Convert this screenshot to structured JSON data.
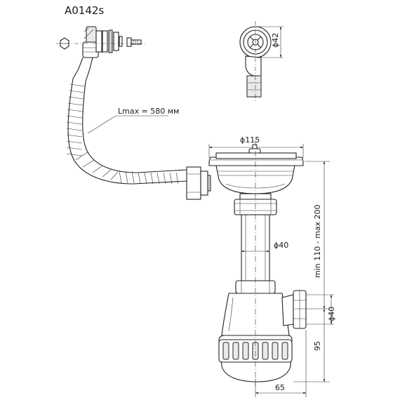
{
  "model_code": "A0142s",
  "labels": {
    "hose_length": "Lmax = 580 мм",
    "top_view_diameter": "ϕ42",
    "basket_diameter": "ϕ115",
    "pipe_diameter": "ϕ40",
    "height_range": "min 110 - max 200",
    "outlet_diameter": "ϕ40",
    "trap_height": "95",
    "trap_width": "65"
  }
}
